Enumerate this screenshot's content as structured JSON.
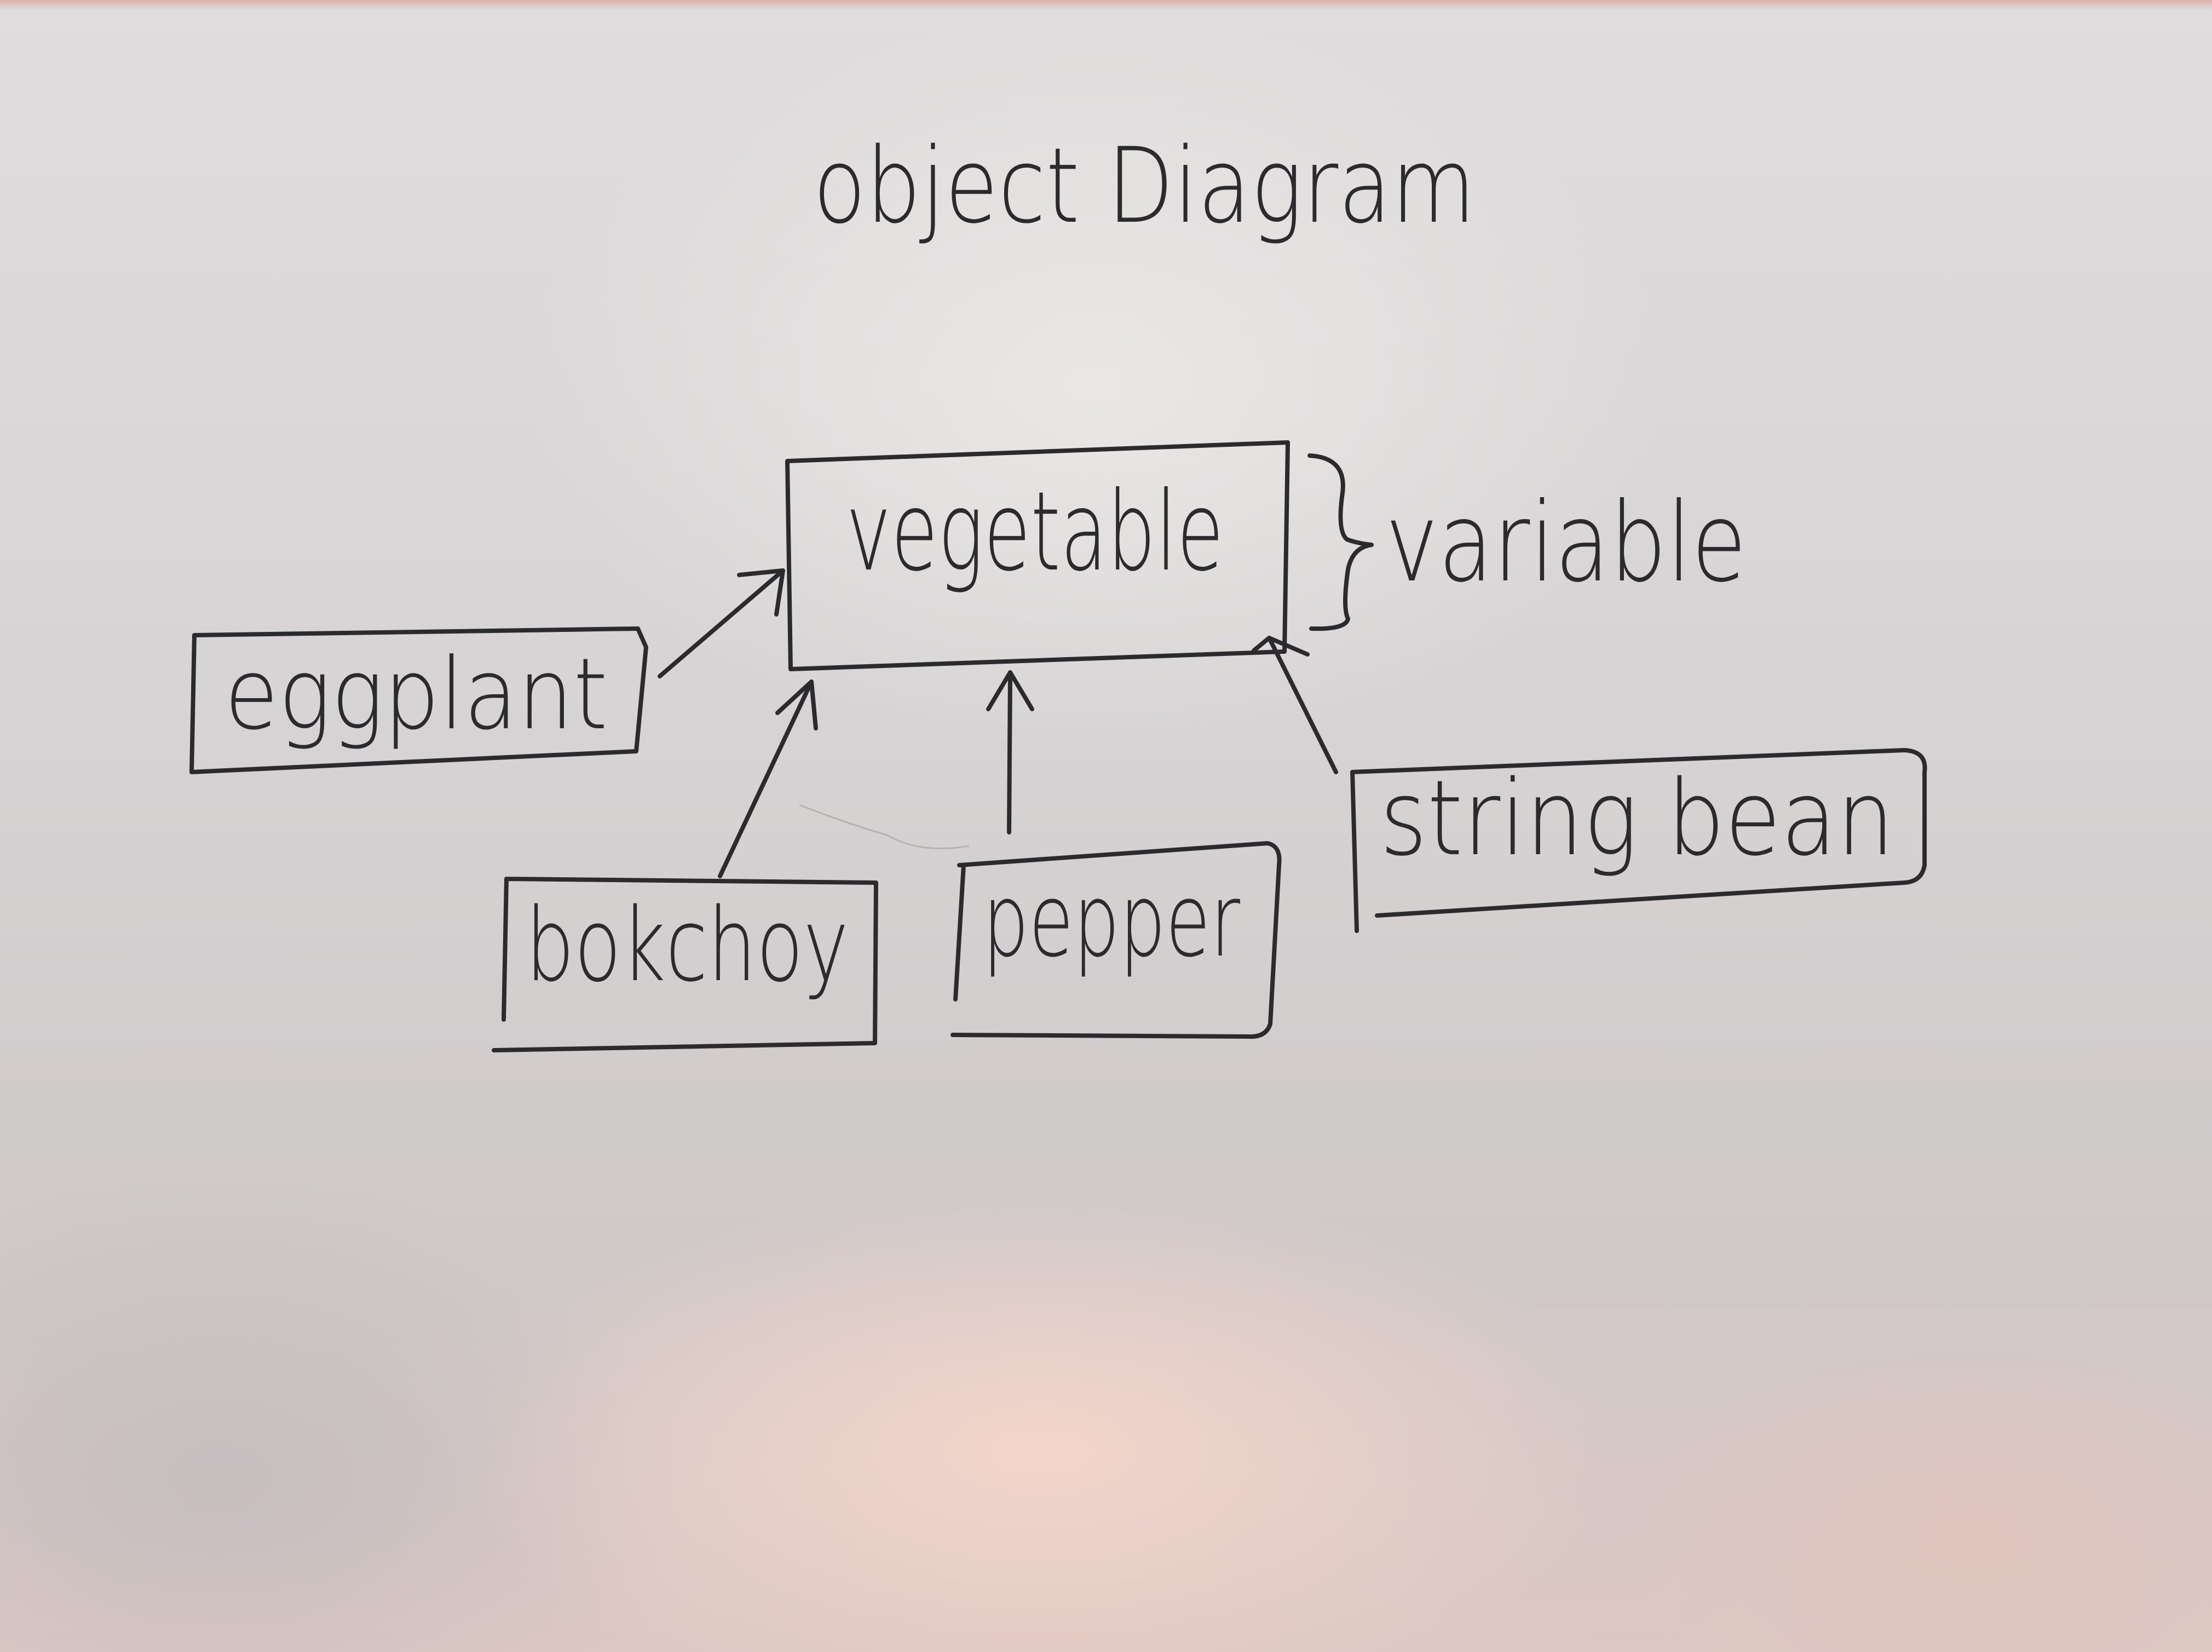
{
  "diagram": {
    "title": "object Diagram",
    "variable_label": "variable",
    "nodes": {
      "vegetable": "vegetable",
      "eggplant": "eggplant",
      "bokchoy": "bokchoy",
      "pepper": "pepper",
      "string_bean": "string bean"
    }
  }
}
